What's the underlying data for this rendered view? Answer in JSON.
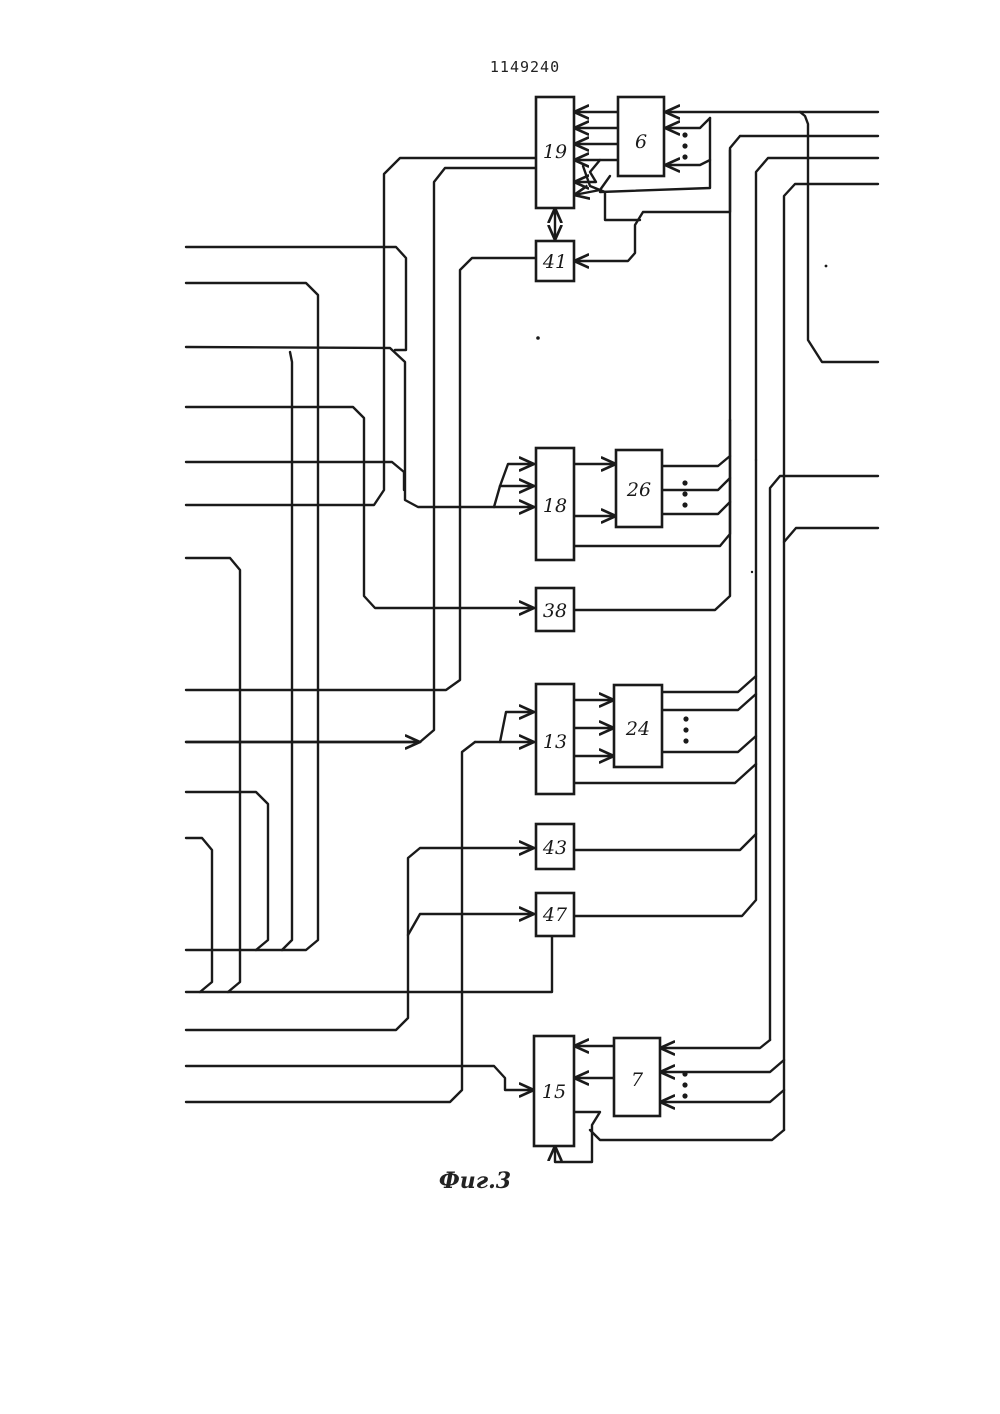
{
  "header": {
    "patent_number": "1149240"
  },
  "figure": {
    "caption": "Фиг.3",
    "blocks": {
      "b19": "19",
      "b6": "6",
      "b41": "41",
      "b18": "18",
      "b26": "26",
      "b38": "38",
      "b13": "13",
      "b24": "24",
      "b43": "43",
      "b47": "47",
      "b15": "15",
      "b7": "7"
    },
    "colors": {
      "ink": "#1a1a1a",
      "paper": "#ffffff"
    }
  }
}
